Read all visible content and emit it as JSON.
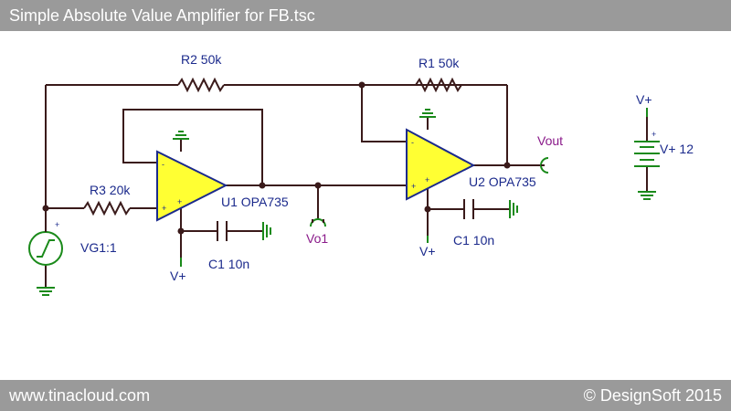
{
  "window": {
    "title": "Simple Absolute Value Amplifier for FB.tsc"
  },
  "footer": {
    "website": "www.tinacloud.com",
    "copyright": "© DesignSoft 2015"
  },
  "components": {
    "r1": "R1 50k",
    "r2": "R2 50k",
    "r3": "R3 20k",
    "u1": "U1 OPA735",
    "u2": "U2 OPA735",
    "c1_left": "C1 10n",
    "c1_right": "C1 10n",
    "vg1": "VG1:1",
    "vplus_battery": "V+ 12"
  },
  "nets": {
    "vo1": "Vo1",
    "vout": "Vout",
    "vplus_u1": "V+",
    "vplus_u2": "V+",
    "vplus_battery_top": "V+"
  },
  "pins": {
    "minus": "-",
    "plus": "+"
  },
  "colors": {
    "wire": "#3a1a1a",
    "opamp_fill": "#ffff33",
    "opamp_stroke": "#1b2a8c",
    "label": "#1b2a8c",
    "net_label": "#8a1a8a",
    "ground": "#1a8a1a",
    "bar": "#9a9a9a"
  }
}
